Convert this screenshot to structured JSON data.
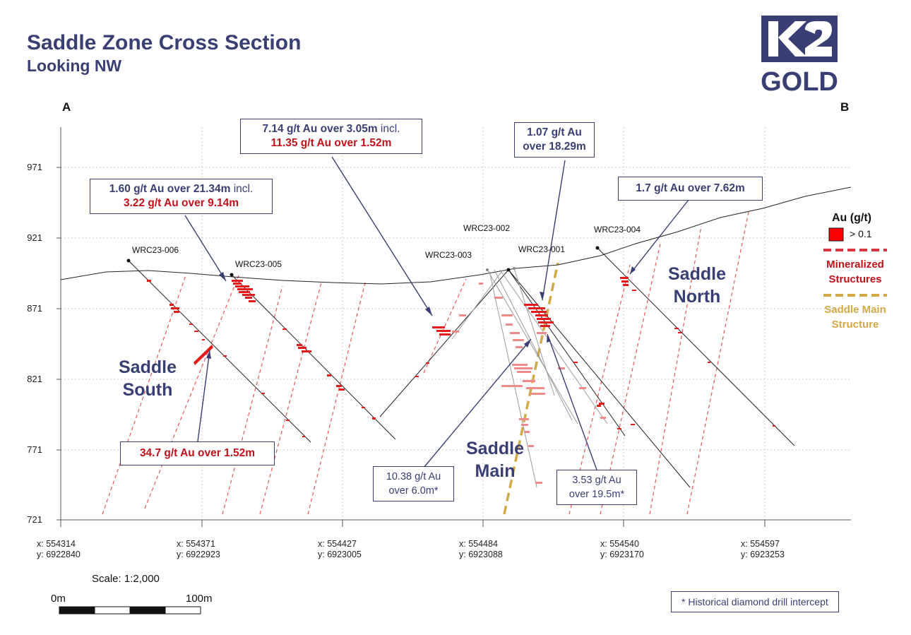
{
  "header": {
    "title": "Saddle Zone Cross Section",
    "subtitle": "Looking NW"
  },
  "logo": {
    "top": "K2",
    "bottom": "GOLD",
    "color": "#3a3f73"
  },
  "section_ends": {
    "start": "A",
    "end": "B"
  },
  "elevation_ticks": [
    "971",
    "921",
    "871",
    "821",
    "771",
    "721"
  ],
  "easting_ticks": [
    {
      "x": "x: 554314",
      "y": "y: 6922840"
    },
    {
      "x": "x: 554371",
      "y": "y: 6922923"
    },
    {
      "x": "x: 554427",
      "y": "y: 6923005"
    },
    {
      "x": "x: 554484",
      "y": "y: 6923088"
    },
    {
      "x": "x: 554540",
      "y": "y: 6923170"
    },
    {
      "x": "x: 554597",
      "y": "y: 6923253"
    }
  ],
  "drill_holes": [
    "WRC23-006",
    "WRC23-005",
    "WRC23-003",
    "WRC23-002",
    "WRC23-001",
    "WRC23-004"
  ],
  "callouts": {
    "c1": {
      "main": "1.60 g/t Au over 21.34m",
      "suffix": " incl.",
      "sub": "3.22 g/t Au over 9.14m"
    },
    "c2": {
      "main": "7.14 g/t Au over 3.05m",
      "suffix": " incl.",
      "sub": "11.35 g/t Au over 1.52m"
    },
    "c3": {
      "line1": "1.07 g/t Au",
      "line2": "over 18.29m"
    },
    "c4": {
      "main": "1.7 g/t Au over 7.62m"
    },
    "c5": {
      "main": "34.7 g/t Au over 1.52m"
    },
    "c6": {
      "line1": "10.38 g/t Au",
      "line2": "over 6.0m*"
    },
    "c7": {
      "line1": "3.53 g/t Au",
      "line2": "over 19.5m*"
    }
  },
  "zones": {
    "south": {
      "line1": "Saddle",
      "line2": "South"
    },
    "main": {
      "line1": "Saddle",
      "line2": "Main"
    },
    "north": {
      "line1": "Saddle",
      "line2": "North"
    }
  },
  "legend": {
    "title": "Au (g/t)",
    "swatch_label": "> 0.1",
    "swatch_color": "#ff0000",
    "mineralized_line1": "Mineralized",
    "mineralized_line2": "Structures",
    "mineralized_color": "#d9343f",
    "main_line1": "Saddle Main",
    "main_line2": "Structure",
    "main_color": "#d2aa45"
  },
  "scale": {
    "label": "Scale: 1:2,000",
    "start": "0m",
    "end": "100m"
  },
  "note": "* Historical diamond drill intercept"
}
